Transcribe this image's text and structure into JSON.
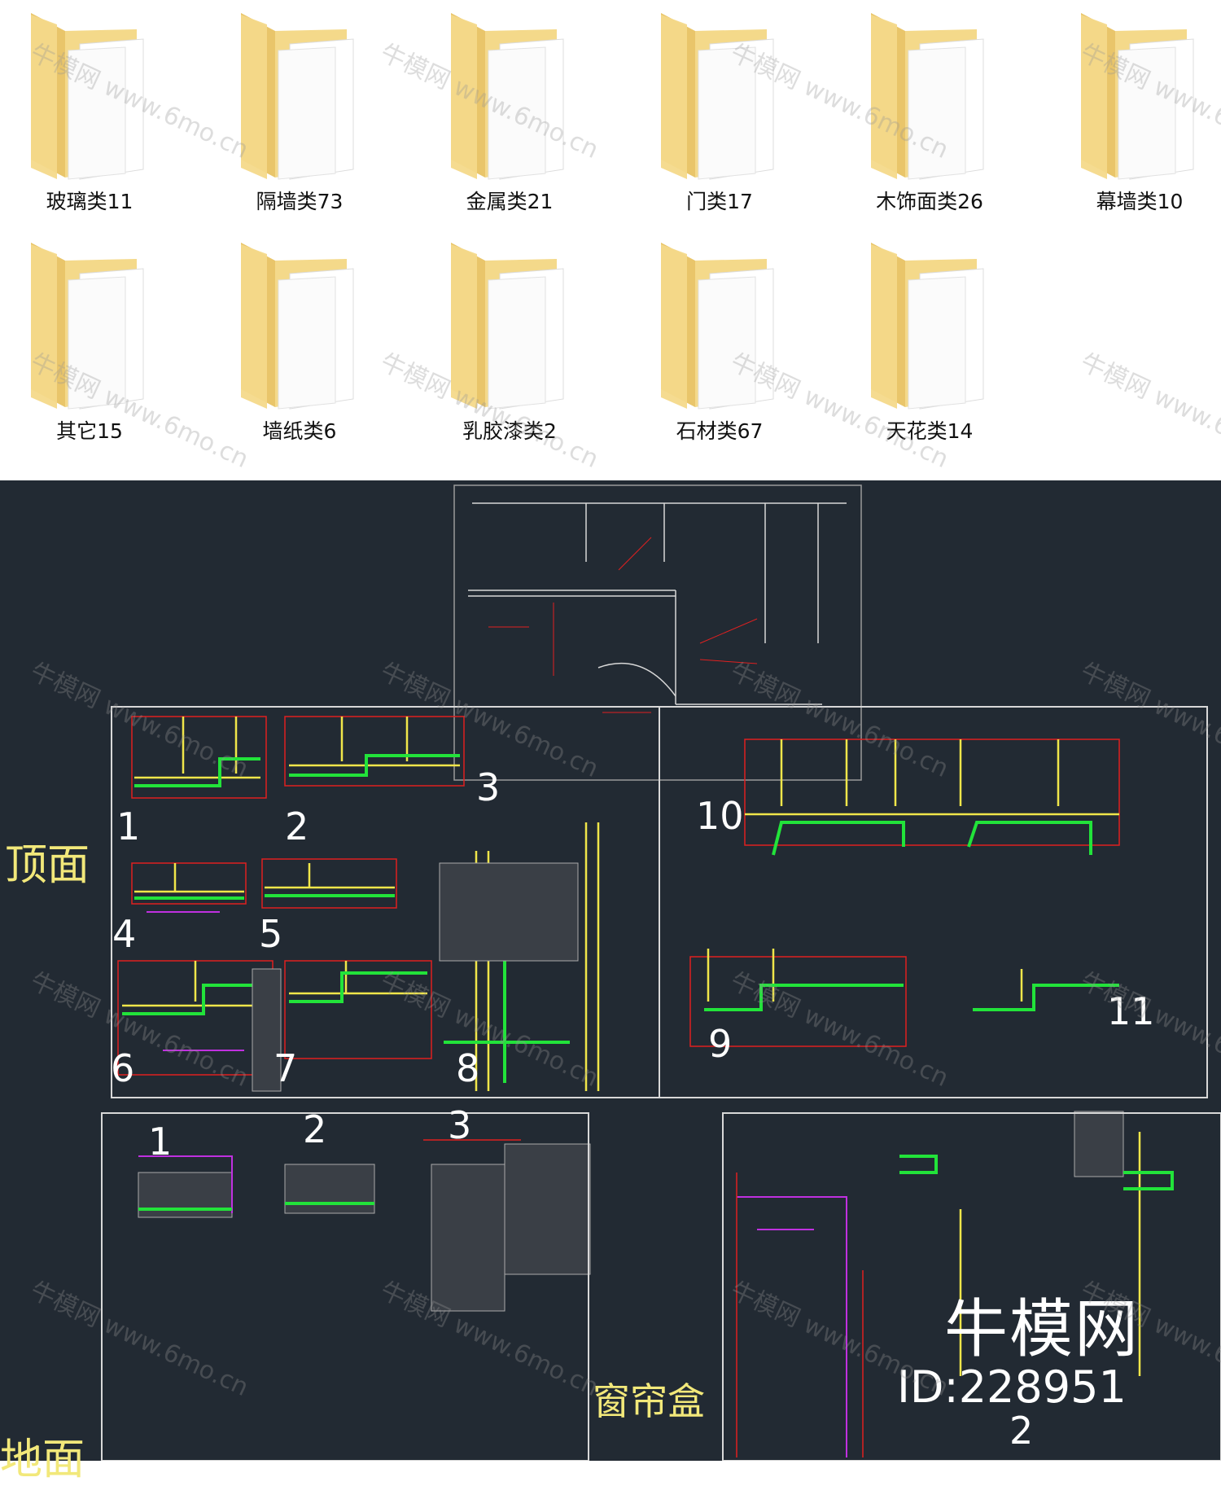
{
  "folders": [
    {
      "label": "玻璃类11"
    },
    {
      "label": "隔墙类73"
    },
    {
      "label": "金属类21"
    },
    {
      "label": "门类17"
    },
    {
      "label": "木饰面类26"
    },
    {
      "label": "幕墙类10"
    },
    {
      "label": "其它15"
    },
    {
      "label": "墙纸类6"
    },
    {
      "label": "乳胶漆类2"
    },
    {
      "label": "石材类67"
    },
    {
      "label": "天花类14"
    }
  ],
  "folder_icon": "folder-icon",
  "colors": {
    "folder": "#f4d98a",
    "cad_background": "#222a33",
    "cad_line_yellow": "#f0e64a",
    "cad_line_green": "#22e33a",
    "cad_line_red": "#e02020",
    "cad_line_magenta": "#c030e0",
    "frame_white": "#d8d8d8"
  },
  "cad": {
    "section_labels": {
      "ceiling": "顶面",
      "floor": "地面",
      "curtain_box": "窗帘盒"
    },
    "detail_numbers_top": [
      "1",
      "2",
      "3",
      "4",
      "5",
      "6",
      "7",
      "8"
    ],
    "detail_numbers_right": [
      "10",
      "9",
      "11"
    ],
    "detail_numbers_bottom": [
      "1",
      "2",
      "3"
    ],
    "detail_number_bottom_right": "2"
  },
  "brand": {
    "name": "牛模网",
    "id": "ID:228951"
  },
  "watermark": {
    "text": "牛模网 www.6mo.cn"
  }
}
